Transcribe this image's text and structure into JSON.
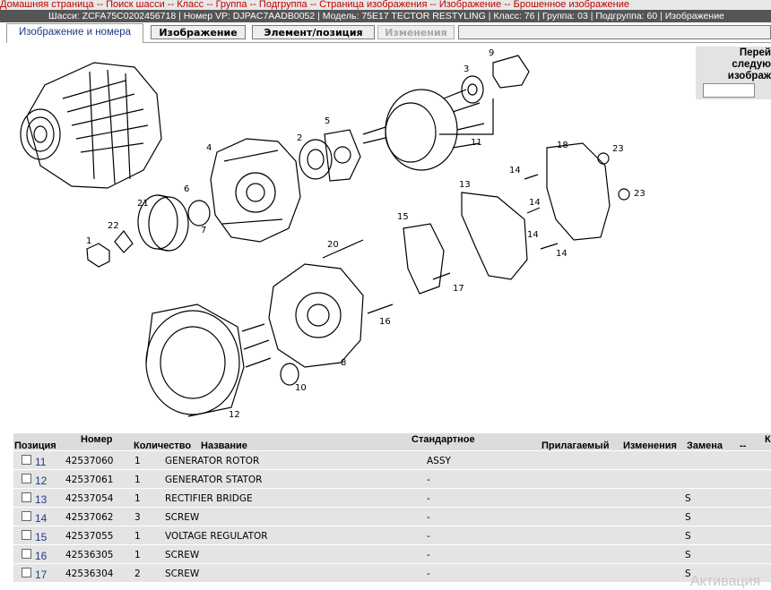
{
  "nav": {
    "items": [
      "Домашняя страница",
      "Поиск шасси",
      "Класс",
      "Группа",
      "Подгруппа",
      "Страница изображения",
      "Изображение",
      "Брошенное изображение"
    ],
    "separator": " -- "
  },
  "info": {
    "text": "Шасси: ZCFA75C0202456718 | Номер VP: DJPAC7AADB0052 | Модель: 75E17 TECTOR RESTYLING | Класс: 76 | Группа: 03 | Подгруппа: 60 | Изображение"
  },
  "tabs": {
    "active": "Изображение и номера",
    "buttons": [
      "Изображение",
      "Элемент/позиция",
      "Изменения"
    ]
  },
  "side": {
    "line1": "Перей",
    "line2": "следую",
    "line3": "изображ"
  },
  "diagram": {
    "labels": [
      "1",
      "2",
      "3",
      "4",
      "5",
      "6",
      "7",
      "8",
      "9",
      "10",
      "11",
      "12",
      "13",
      "14",
      "14",
      "14",
      "14",
      "15",
      "16",
      "17",
      "18",
      "20",
      "21",
      "22",
      "23",
      "23"
    ]
  },
  "table": {
    "headers": {
      "pos": "Позиция",
      "number": "Номер",
      "qty": "Количество",
      "name": "Название",
      "std": "Стандартное",
      "supplied": "Прилагаемый",
      "changes": "Изменения",
      "replace": "Замена",
      "dash": "--",
      "k": "К"
    },
    "rows": [
      {
        "pos": "11",
        "number": "42537060",
        "qty": "1",
        "name": "GENERATOR ROTOR",
        "std": "ASSY",
        "rep": ""
      },
      {
        "pos": "12",
        "number": "42537061",
        "qty": "1",
        "name": "GENERATOR STATOR",
        "std": "-",
        "rep": ""
      },
      {
        "pos": "13",
        "number": "42537054",
        "qty": "1",
        "name": "RECTIFIER BRIDGE",
        "std": "-",
        "rep": "S"
      },
      {
        "pos": "14",
        "number": "42537062",
        "qty": "3",
        "name": "SCREW",
        "std": "-",
        "rep": "S"
      },
      {
        "pos": "15",
        "number": "42537055",
        "qty": "1",
        "name": "VOLTAGE REGULATOR",
        "std": "-",
        "rep": "S"
      },
      {
        "pos": "16",
        "number": "42536305",
        "qty": "1",
        "name": "SCREW",
        "std": "-",
        "rep": "S"
      },
      {
        "pos": "17",
        "number": "42536304",
        "qty": "2",
        "name": "SCREW",
        "std": "-",
        "rep": "S"
      }
    ]
  },
  "watermark": "Активация"
}
